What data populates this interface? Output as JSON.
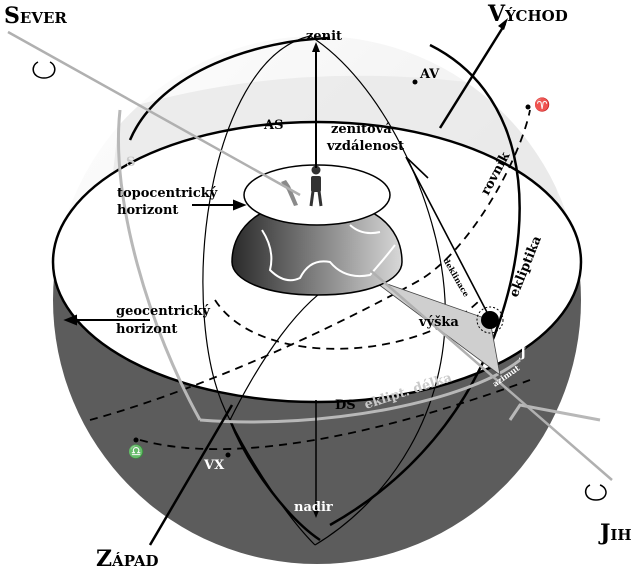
{
  "directions": {
    "north": "Sever",
    "east": "Východ",
    "south": "Jih",
    "west": "Západ"
  },
  "labels": {
    "zenith": "zenit",
    "nadir": "nadir",
    "av": "AV",
    "as": "AS",
    "ds": "DS",
    "vx": "VX",
    "s": "S",
    "j": "J",
    "zenith_distance_1": "zenitová",
    "zenith_distance_2": "vzdálenost",
    "topocentric_1": "topocentrický",
    "topocentric_2": "horizont",
    "geocentric_1": "geocentrický",
    "geocentric_2": "horizont",
    "equator": "rovník",
    "ecliptic": "ekliptika",
    "declination": "deklinace",
    "altitude": "výška",
    "azimuth": "azimut",
    "ecliptic_longitude": "eklipt. délka",
    "aries": "♈",
    "libra": "♎"
  }
}
